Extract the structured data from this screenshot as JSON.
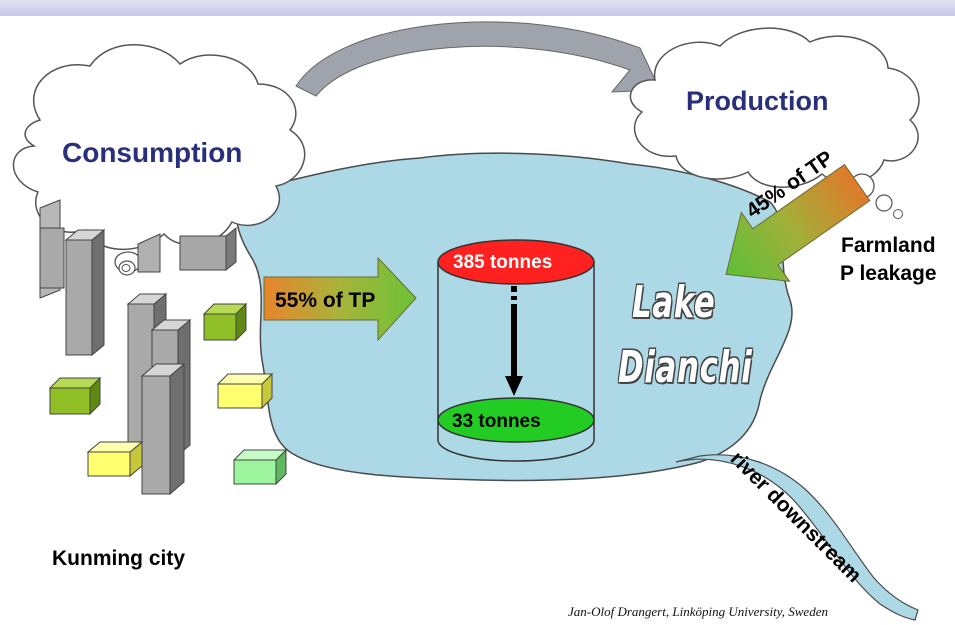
{
  "colors": {
    "lake": "#add8e6",
    "top_band": "#d3d3ef",
    "top_disk": "#ff2020",
    "bottom_disk": "#22cc22",
    "label_blue": "#2a2f7c"
  },
  "icons": [
    "cloud-icon",
    "building-icon",
    "cylinder-icon",
    "arrow-icon"
  ],
  "labels": {
    "consumption": "Consumption",
    "production": "Production",
    "farmland_line1": "Farmland",
    "farmland_line2": "P leakage",
    "kunming": "Kunming city",
    "lake_line1": "Lake",
    "lake_line2": "Dianchi",
    "river": "river downstream",
    "credit": "Jan-Olof Drangert,  Linköping University, Sweden"
  },
  "arrows": {
    "city_share": "55% of TP",
    "farm_share": "45% of TP"
  },
  "cylinder": {
    "top_value": "385 tonnes",
    "bottom_value": "33 tonnes"
  }
}
